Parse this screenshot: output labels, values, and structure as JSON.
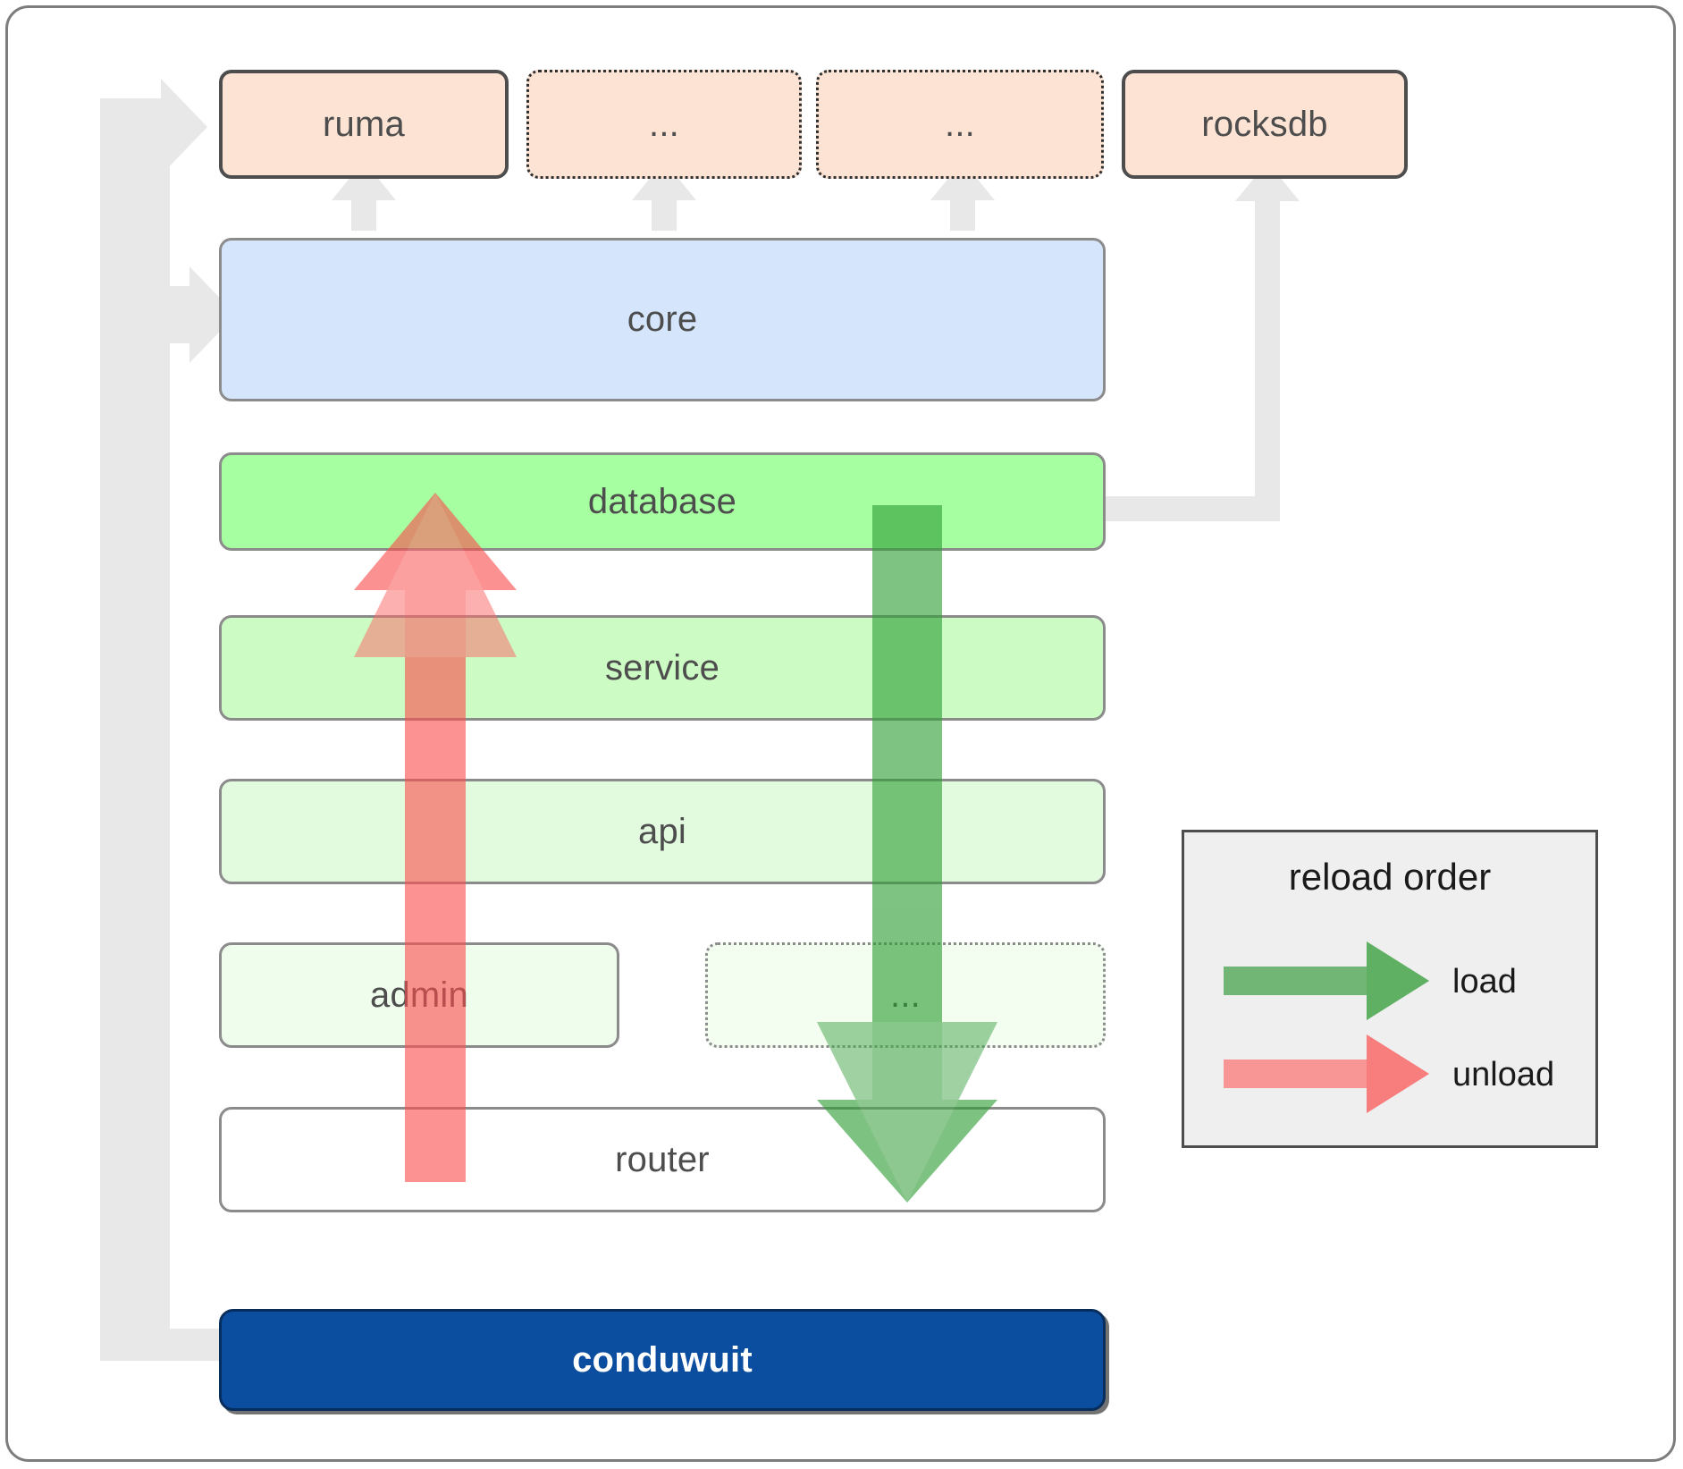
{
  "diagram": {
    "title": "conduwuit module layering and reload order",
    "frame": {
      "border_color": "#7d7d7d",
      "background": "#ffffff"
    }
  },
  "packages": [
    {
      "id": "ruma",
      "label": "ruma",
      "style": "solid",
      "color": "#fde3d4"
    },
    {
      "id": "dots1",
      "label": "...",
      "style": "dotted",
      "color": "#fde3d4"
    },
    {
      "id": "dots2",
      "label": "...",
      "style": "dotted",
      "color": "#fde3d4"
    },
    {
      "id": "rocksdb",
      "label": "rocksdb",
      "style": "solid",
      "color": "#fde3d4"
    }
  ],
  "layers": [
    {
      "id": "core",
      "label": "core",
      "color": "#d5e6fc",
      "style": "solid"
    },
    {
      "id": "database",
      "label": "database",
      "color": "#a6ffa0",
      "style": "solid"
    },
    {
      "id": "service",
      "label": "service",
      "color": "#ccfcc4",
      "style": "solid"
    },
    {
      "id": "api",
      "label": "api",
      "color": "#e2fbdf",
      "style": "solid"
    },
    {
      "id": "admin",
      "label": "admin",
      "color": "#effdec",
      "style": "solid"
    },
    {
      "id": "dots3",
      "label": "...",
      "color": "#f3fef1",
      "style": "dotted"
    },
    {
      "id": "router",
      "label": "router",
      "color": "#ffffff",
      "style": "solid"
    }
  ],
  "root": {
    "id": "conduwuit",
    "label": "conduwuit",
    "color": "#0b4d9e",
    "text_color": "#ffffff"
  },
  "legend": {
    "title": "reload order",
    "items": [
      {
        "id": "load",
        "label": "load",
        "color": "#57a95a",
        "direction": "down"
      },
      {
        "id": "unload",
        "label": "unload",
        "color": "#fa8383",
        "direction": "up"
      }
    ]
  },
  "flows": [
    {
      "id": "unload-arrow",
      "label": "unload",
      "color": "#fa8383",
      "from": "router",
      "to": "database",
      "direction": "up"
    },
    {
      "id": "load-arrow",
      "label": "load",
      "color": "#57a95a",
      "from": "database",
      "to": "router",
      "direction": "down"
    }
  ],
  "connectors": {
    "color": "#e8e8e8",
    "edges": [
      {
        "from": "conduwuit",
        "to": "ruma"
      },
      {
        "from": "conduwuit",
        "to": "core"
      },
      {
        "from": "database",
        "to": "rocksdb"
      },
      {
        "from": "core",
        "to": "ruma"
      },
      {
        "from": "core",
        "to": "dots1"
      },
      {
        "from": "core",
        "to": "dots2"
      }
    ]
  }
}
